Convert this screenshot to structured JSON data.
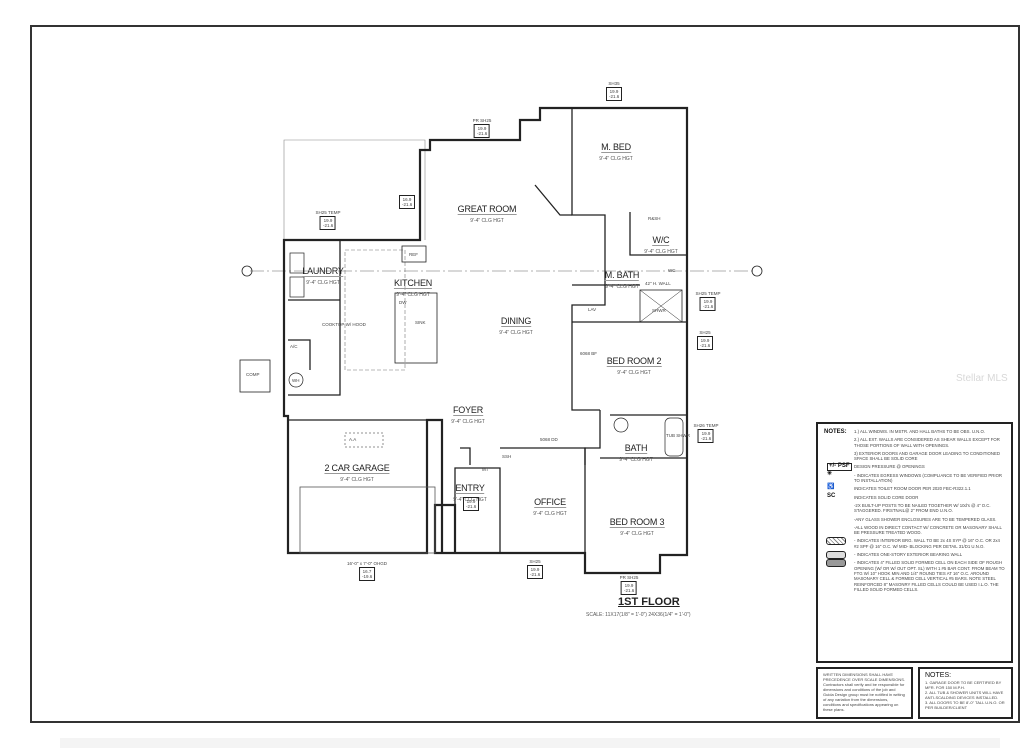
{
  "plan": {
    "title": "1ST FLOOR",
    "scale": "SCALE: 11X17(1/8\" = 1'-0\") 24X36(1/4\" = 1'-0\")",
    "rooms": [
      {
        "name": "M. BED",
        "ceiling": "9'-4\" CLG HGT"
      },
      {
        "name": "GREAT ROOM",
        "ceiling": "9'-4\" CLG HGT"
      },
      {
        "name": "W/C",
        "ceiling": "9'-4\" CLG HGT"
      },
      {
        "name": "LAUNDRY",
        "ceiling": "9'-4\" CLG HGT"
      },
      {
        "name": "KITCHEN",
        "ceiling": "9'-4\" CLG HGT"
      },
      {
        "name": "M. BATH",
        "ceiling": "9'-4\" CLG HGT"
      },
      {
        "name": "DINING",
        "ceiling": "9'-4\" CLG HGT"
      },
      {
        "name": "BED ROOM 2",
        "ceiling": "9'-4\" CLG HGT"
      },
      {
        "name": "FOYER",
        "ceiling": "9'-4\" CLG HGT"
      },
      {
        "name": "2 CAR GARAGE",
        "ceiling": "9'-4\" CLG HGT"
      },
      {
        "name": "BATH",
        "ceiling": "9'-4\" CLG HGT"
      },
      {
        "name": "ENTRY",
        "ceiling": "9'-4\" CLG HGT"
      },
      {
        "name": "OFFICE",
        "ceiling": "9'-4\" CLG HGT"
      },
      {
        "name": "BED ROOM 3",
        "ceiling": "9'-4\" CLG HGT"
      }
    ],
    "tags": [
      {
        "label": "SH35",
        "top": "19.9",
        "bottom": "-21.6"
      },
      {
        "label": "PR SH25",
        "top": "19.9",
        "bottom": "-21.6"
      },
      {
        "label": "SH25 TEMP",
        "top": "19.9",
        "bottom": "-21.6"
      },
      {
        "label": "",
        "top": "16.9",
        "bottom": "-21.6"
      },
      {
        "label": "SH25 TEMP",
        "top": "19.9",
        "bottom": "-21.6"
      },
      {
        "label": "SH25",
        "top": "19.9",
        "bottom": "-21.6"
      },
      {
        "label": "SH26 TEMP",
        "top": "19.9",
        "bottom": "-21.6"
      },
      {
        "label": "16'-0\" x 7'-0\" OHGD",
        "top": "16.7",
        "bottom": "-19.6"
      },
      {
        "label": "SH25",
        "top": "19.9",
        "bottom": "-21.6"
      },
      {
        "label": "PR SH25",
        "top": "19.9",
        "bottom": "-21.6"
      },
      {
        "label": "",
        "top": "19.9",
        "bottom": "-21.6"
      }
    ],
    "small_labels": [
      "REF",
      "COOKTOP W/ HOOD",
      "DW",
      "SINK",
      "A/C",
      "WH",
      "COMP",
      "5068 DD",
      "SSH",
      "MT",
      "R&SH",
      "6068 BF",
      "42\" H. WALL",
      "LAV",
      "SHWR",
      "TUB SHWR",
      "WC",
      "A.A"
    ]
  },
  "notes_panel": {
    "heading": "NOTES:",
    "items": [
      "1.) ALL WINDWS. IN MSTR. AND HALL BATHS TO BE OBS. U.N.O.",
      "2.) ALL EXT. WALLS ARE CONSIDERED AS SHEAR WALLS EXCEPT FOR THOSE PORTIONS OF WALL WITH OPENINGS.",
      "3) EXTERIOR DOORS AND GARAGE DOOR LEADING TO CONDITIONED SPACE SHALL BE SOLID CORE",
      "DESIGN PRESSURE @ OPENINGS",
      "- INDICATES EGRESS WINDOWS (COMPLIANCE TO BE VERIFIED PRIOR TO INSTALLATION)",
      "INDICATES TOILET ROOM DOOR PER 2020 FBC-R322.1.1",
      "INDICATES SOLID CORE DOOR",
      "-2X BUILT-UP POSTS TO BE NAILED TOGETHER W/ 10d's @ 4\" O.C. STAGGERED. FIRSTNAIL@ 2\" FROM END U.N.O.",
      "-ANY GLASS SHOWER ENCLOSURES ARE TO BE TEMPERED GLASS.",
      "-ALL WOOD IN DIRECT CONTACT W/ CONCRETE OR MASONARY SHALL BE PRESSURE TREATED WOOD.",
      "- INDICATES INTERIOR BRG. WALL TO BE 2x 4S SYP @ 16\" O.C. OR 2x4 #2 SPF @ 16\" O.C. W/ MID- BLOCKING PER DETAIL 31/D1 U.N.O.",
      "- INDICATES ONE-STORY EXTERIOR BEARING WALL",
      "- INDICATES 4\" FILLED SOLID FORMED CELL ON EACH SIDE OF ROUGH OPENING (W/ OR W/ OUT OPT. SL) WITH 1 #5 BAR CONT. FROM BEAM TO FTG W/ 10\" HOOK MIN AND 1/4\" ROUND TIES AT 16\" O.C. AROUND MASONARY CELL & FORMED CELL VERTICAL #5 BARS. NOTE STEEL REINFORCED 8\" MASONRY FILLED CELLS COULD BE USED I.L.O. THE FILLED SOLID FORMED CELLS."
    ],
    "symbols": [
      "+/- PSF",
      "✳",
      "♿",
      "SC"
    ]
  },
  "dimension_note": "WRITTEN DIMENSIONS SHALL HAVE PRECEDENCE OVER SCALE DIMENSIONS. Contractors shall verify and be responsible for dimensions and conditions of the job and Guida Design group must be notified in writing of any variation from the dimensions, conditions and specifications appearing on these plans.",
  "notes_box": {
    "heading": "NOTES:",
    "items": [
      "1. GARAGE DOOR TO BE CERTIFIED BY MFR. FOR 150 M.P.H.",
      "2. ALL TUB & SHOWER UNITS WILL HAVE ANTI-SCALDING DEVICES INSTALLED.",
      "3. ALL DOORS TO BE 8'-0\" TALL U.N.O. OR PER BUILDER/CLIENT"
    ]
  },
  "watermark": "Stellar MLS"
}
